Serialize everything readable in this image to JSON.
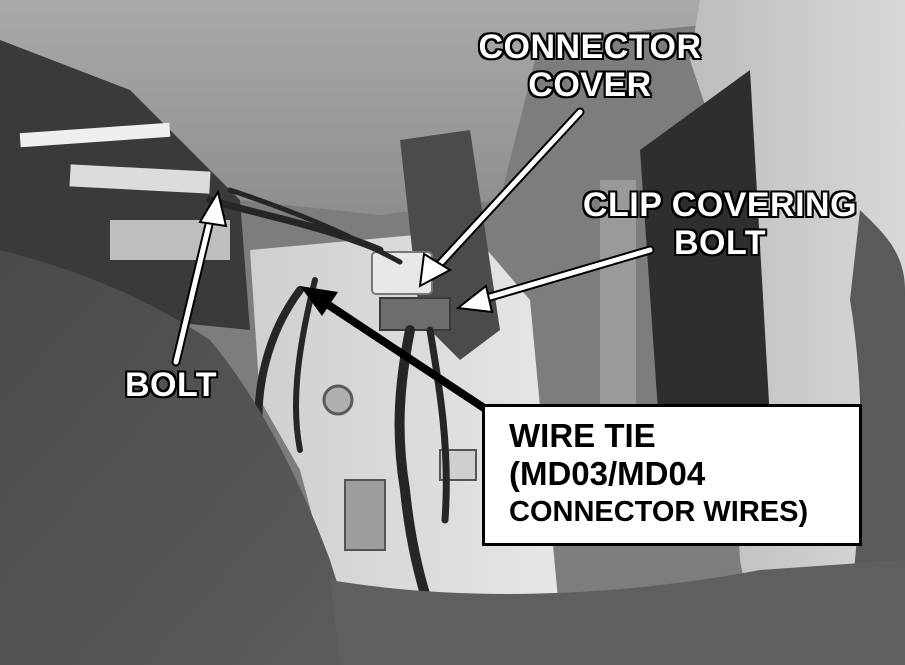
{
  "labels": {
    "connector_cover_line1": "CONNECTOR",
    "connector_cover_line2": "COVER",
    "clip_covering_bolt_line1": "CLIP COVERING",
    "clip_covering_bolt_line2": "BOLT",
    "bolt": "BOLT",
    "wire_tie_line1": "WIRE TIE",
    "wire_tie_line2": "(MD03/MD04",
    "wire_tie_line3": "CONNECTOR WIRES)"
  },
  "colors": {
    "label_text": "#ffffff",
    "label_outline": "#000000",
    "callout_background": "#ffffff",
    "callout_text": "#000000"
  }
}
